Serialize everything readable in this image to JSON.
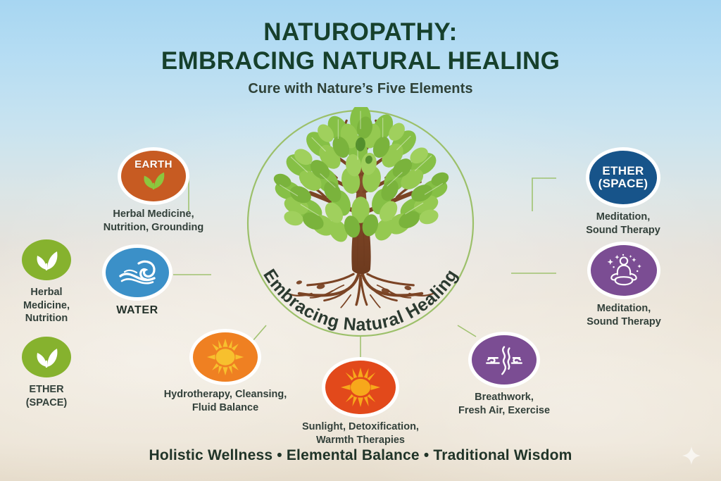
{
  "header": {
    "title_line1": "NATUROPATHY:",
    "title_line2": "EMBRACING NATURAL HEALING",
    "subtitle": "Cure with Nature’s Five Elements"
  },
  "center": {
    "arc_text": "Embracing Natural Healing",
    "tree_icon": "tree-of-life-icon",
    "ring_color": "#9cc06a"
  },
  "nodes": [
    {
      "id": "earth",
      "pill_label": "EARTH",
      "caption": "Herbal Medicine,\nNutrition, Grounding",
      "color": "#c75b22",
      "icon": "two-leaves-icon"
    },
    {
      "id": "water",
      "pill_label": "WATER",
      "caption": "",
      "color": "#3b90c8",
      "icon": "wave-icon",
      "outside_label": "WATER"
    },
    {
      "id": "fire-left",
      "pill_label": "",
      "caption": "Hydrotherapy, Cleansing,\nFluid Balance",
      "color": "#ef8022",
      "icon": "sun-icon"
    },
    {
      "id": "fire-center",
      "pill_label": "",
      "caption": "Sunlight, Detoxification,\nWarmth Therapies",
      "color": "#e2491b",
      "icon": "sun-icon"
    },
    {
      "id": "air",
      "pill_label": "",
      "caption": "Breathwork,\nFresh Air, Exercise",
      "color": "#7b4d93",
      "icon": "air-swirl-icon"
    },
    {
      "id": "ether-space",
      "pill_label": "ETHER\n(SPACE)",
      "caption": "Meditation,\nSound Therapy",
      "color": "#17548a",
      "icon": "text-only"
    },
    {
      "id": "meditation",
      "pill_label": "",
      "caption": "Meditation,\nSound Therapy",
      "color": "#7b4d93",
      "icon": "meditating-figure-icon"
    }
  ],
  "side_badges": [
    {
      "id": "herbal",
      "label": "Herbal\nMedicine,\nNutrition",
      "color": "#86b22e",
      "icon": "two-leaves-icon"
    },
    {
      "id": "ether",
      "label": "ETHER\n(SPACE)",
      "color": "#86b22e",
      "icon": "two-leaves-icon"
    }
  ],
  "footer": {
    "tagline": "Holistic Wellness • Elemental Balance • Traditional Wisdom"
  }
}
